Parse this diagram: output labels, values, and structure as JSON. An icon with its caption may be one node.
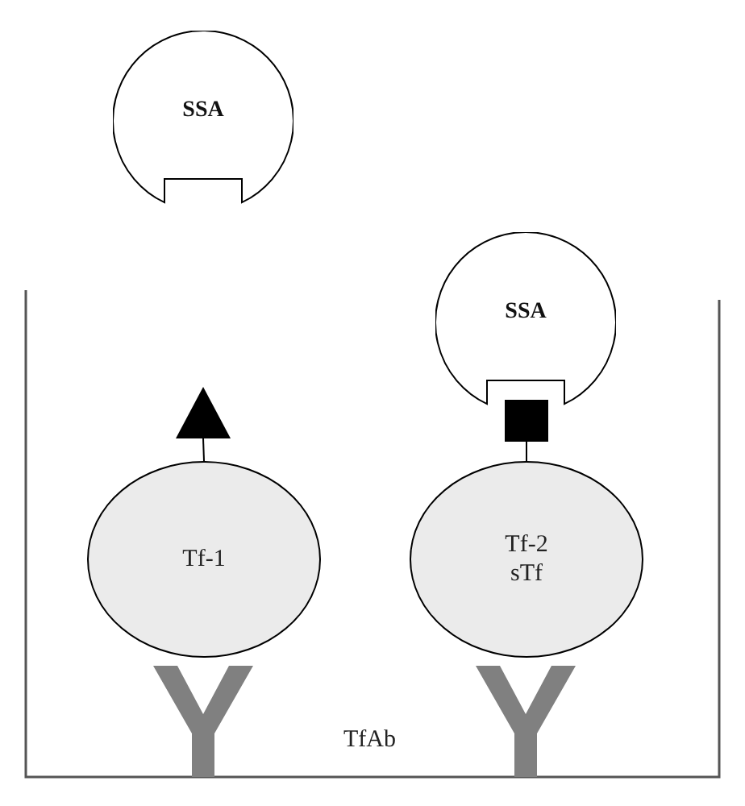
{
  "diagram": {
    "nodes": [
      {
        "text": [
          "SSA"
        ]
      },
      {
        "text": [
          "SSA"
        ]
      },
      {
        "text": [],
        "shape": "triangle"
      },
      {
        "text": [],
        "shape": "box"
      },
      {
        "text": [
          "Tf-1"
        ]
      },
      {
        "text": [
          "Tf-2",
          "sTf"
        ]
      }
    ],
    "edges": [
      {
        "from": 4,
        "to": 2,
        "arrow": "none"
      },
      {
        "from": 5,
        "to": 3,
        "arrow": "none"
      }
    ],
    "labels": [
      "TfAb"
    ]
  }
}
